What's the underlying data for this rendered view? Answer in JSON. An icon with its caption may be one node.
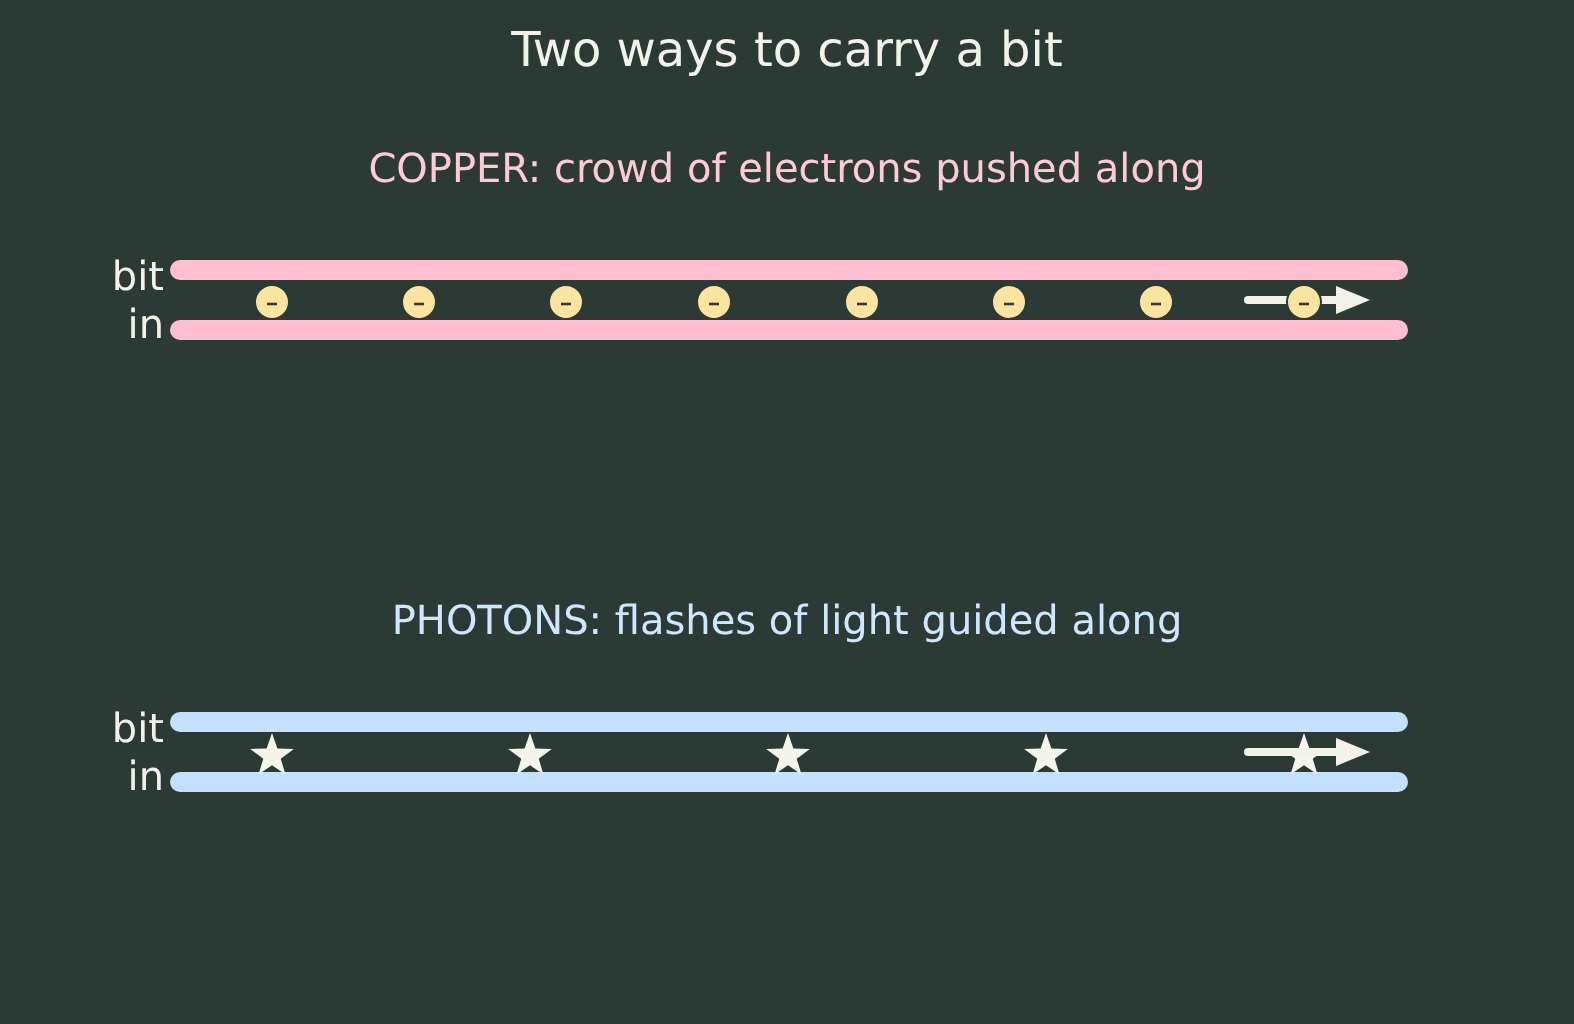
{
  "diagram": {
    "title": "Two ways to carry a bit",
    "labels": [
      "COPPER: crowd of electrons pushed along",
      "bit in",
      "PHOTONS: flashes of light guided along",
      "bit in"
    ]
  }
}
